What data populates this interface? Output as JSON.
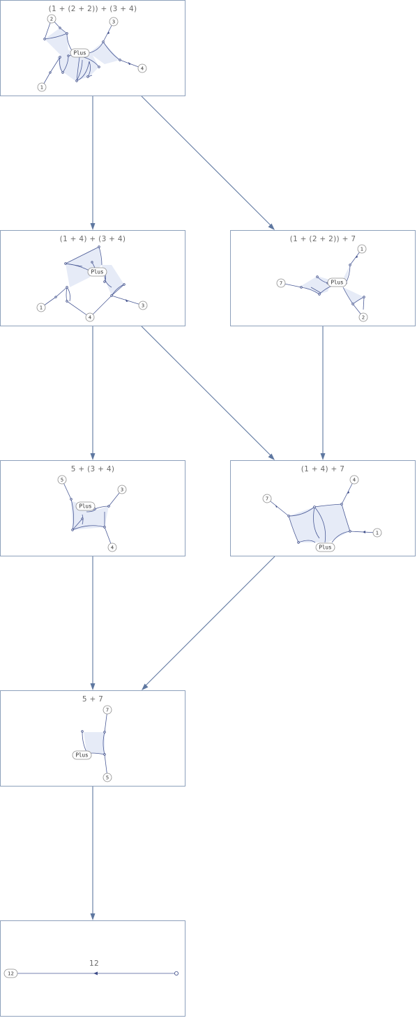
{
  "graph_title": "",
  "nodes": [
    {
      "id": "n1",
      "expression": "(1 + (2 + 2)) + (3 + 4)",
      "labels": [
        {
          "text": "2"
        },
        {
          "text": "3"
        },
        {
          "text": "4"
        },
        {
          "text": "1"
        },
        {
          "text": "Plus"
        }
      ]
    },
    {
      "id": "n2",
      "expression": "(1 + 4) + (3 + 4)",
      "labels": [
        {
          "text": "Plus"
        },
        {
          "text": "1"
        },
        {
          "text": "4"
        },
        {
          "text": "3"
        }
      ]
    },
    {
      "id": "n3",
      "expression": "(1 + (2 + 2)) + 7",
      "labels": [
        {
          "text": "1"
        },
        {
          "text": "7"
        },
        {
          "text": "Plus"
        },
        {
          "text": "2"
        }
      ]
    },
    {
      "id": "n4",
      "expression": "5 + (3 + 4)",
      "labels": [
        {
          "text": "5"
        },
        {
          "text": "3"
        },
        {
          "text": "Plus"
        },
        {
          "text": "4"
        }
      ]
    },
    {
      "id": "n5",
      "expression": "(1 + 4) + 7",
      "labels": [
        {
          "text": "4"
        },
        {
          "text": "7"
        },
        {
          "text": "1"
        },
        {
          "text": "Plus"
        }
      ]
    },
    {
      "id": "n6",
      "expression": "5 + 7",
      "labels": [
        {
          "text": "7"
        },
        {
          "text": "Plus"
        },
        {
          "text": "5"
        }
      ]
    },
    {
      "id": "n7",
      "expression": "12",
      "labels": [
        {
          "text": "12"
        }
      ]
    }
  ],
  "transitions": [
    {
      "from": "n1",
      "to": "n2"
    },
    {
      "from": "n1",
      "to": "n3"
    },
    {
      "from": "n2",
      "to": "n4"
    },
    {
      "from": "n2",
      "to": "n5"
    },
    {
      "from": "n3",
      "to": "n5"
    },
    {
      "from": "n4",
      "to": "n6"
    },
    {
      "from": "n5",
      "to": "n6"
    },
    {
      "from": "n6",
      "to": "n7"
    }
  ],
  "colors": {
    "arrow": "#5e77a0",
    "frame": "#8da0bb",
    "hull": "#e6ebf7",
    "edge": "#4a5a96"
  }
}
